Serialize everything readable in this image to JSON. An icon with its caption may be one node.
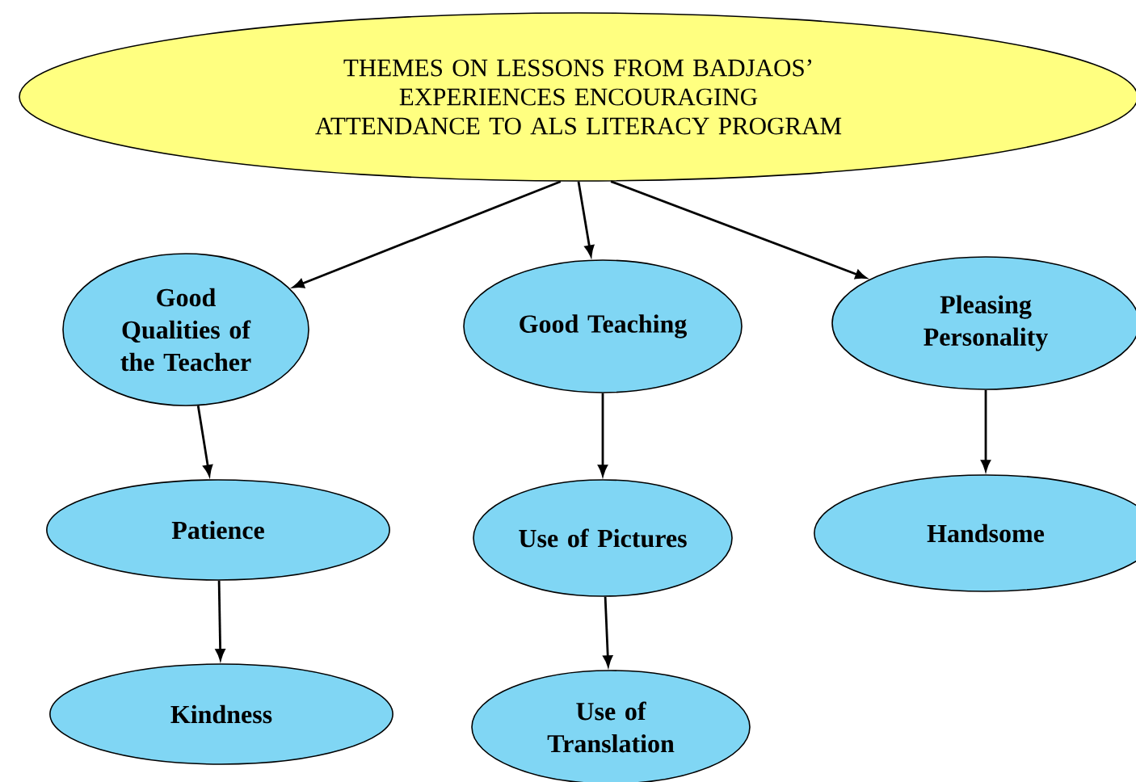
{
  "diagram": {
    "nodes": [
      {
        "text": [
          "THEMES ON LESSONS FROM BADJAOS’ EXPERIENCES ENCOURAGING ATTENDANCE TO ALS LITERACY PROGRAM"
        ]
      },
      {
        "text": [
          "Good Qualities of the Teacher"
        ]
      },
      {
        "text": [
          "Good Teaching"
        ]
      },
      {
        "text": [
          "Pleasing Personality"
        ]
      },
      {
        "text": [
          "Patience"
        ]
      },
      {
        "text": [
          "Use of Pictures"
        ]
      },
      {
        "text": [
          "Handsome"
        ]
      },
      {
        "text": [
          "Kindness"
        ]
      },
      {
        "text": [
          "Use of Translation"
        ]
      }
    ],
    "edges": [
      {
        "from": 0,
        "to": 1,
        "arrow": "to"
      },
      {
        "from": 0,
        "to": 2,
        "arrow": "to"
      },
      {
        "from": 0,
        "to": 3,
        "arrow": "to"
      },
      {
        "from": 1,
        "to": 4,
        "arrow": "to"
      },
      {
        "from": 4,
        "to": 7,
        "arrow": "to"
      },
      {
        "from": 2,
        "to": 5,
        "arrow": "to"
      },
      {
        "from": 5,
        "to": 8,
        "arrow": "to"
      },
      {
        "from": 3,
        "to": 6,
        "arrow": "to"
      }
    ]
  }
}
